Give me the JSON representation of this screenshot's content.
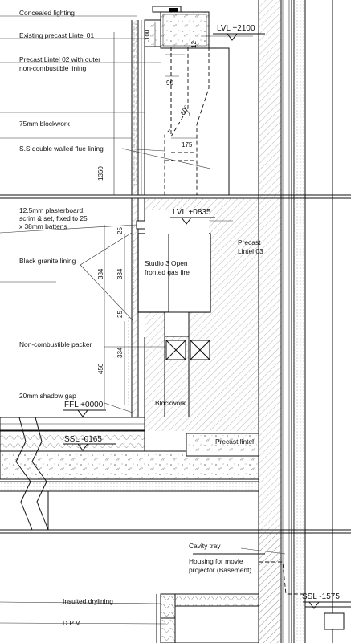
{
  "labels": {
    "concealed_lighting": "Concealed  lighting",
    "existing_lintel": "Existing precast  Lintel 01",
    "lintel02_a": "Precast Lintel 02 with outer",
    "lintel02_b": "non-combustible lining",
    "blockwork75": "75mm blockwork",
    "flue": "S.S double walled flue lining",
    "plaster_a": "12.5mm plasterboard,",
    "plaster_b": "scrim & set, fixed to 25",
    "plaster_c": "x 38mm battens",
    "granite": "Black granite lining",
    "fire_a": "Studio 3 Open",
    "fire_b": "fronted gas fire",
    "lintel03_a": "Precast",
    "lintel03_b": "Lintel 03",
    "packer": "Non-combustible packer",
    "shadow_gap": "20mm shadow gap",
    "blockwork": "Blockwork",
    "precast_lintel": "Precast lintel",
    "cavity_tray": "Cavity tray",
    "housing_a": "Housing for movie",
    "housing_b": "projector (Basement)",
    "insulted": "Insulted drylining",
    "dpm": "D.P.M"
  },
  "levels": {
    "lvl_2100": "LVL +2100",
    "lvl_0835": "LVL +0835",
    "ffl": "FFL +0000",
    "ssl_0165": "SSL -0165",
    "ssl_1575": "SSL -1575"
  },
  "dimensions": {
    "d100": "100",
    "d12": "12",
    "d90": "90",
    "d60": "60°",
    "d175": "175",
    "d1360": "1360",
    "d25a": "25",
    "d384": "384",
    "d334a": "334",
    "d25b": "25",
    "d334b": "334",
    "d450": "450"
  },
  "colors": {
    "line": "#111111",
    "hatch": "#777777",
    "background": "#ffffff"
  }
}
